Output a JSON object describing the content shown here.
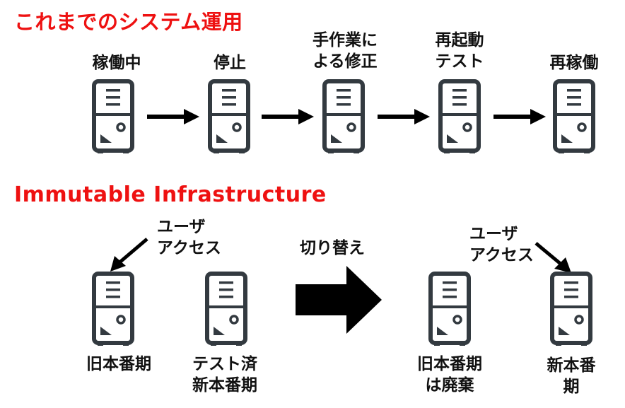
{
  "old_ops": {
    "title": "これまでのシステム運用",
    "steps": [
      {
        "label": "稼働中"
      },
      {
        "label": "停止"
      },
      {
        "label": "手作業に\nよる修正"
      },
      {
        "label": "再起動\nテスト"
      },
      {
        "label": "再稼働"
      }
    ]
  },
  "immutable": {
    "title": "Immutable Infrastructure",
    "user_access_left": "ユーザ\nアクセス",
    "user_access_right": "ユーザ\nアクセス",
    "switch_label": "切り替え",
    "servers": [
      {
        "label": "旧本番期"
      },
      {
        "label": "テスト済\n新本番期"
      },
      {
        "label": "旧本番期\nは廃棄"
      },
      {
        "label": "新本番期"
      }
    ]
  },
  "colors": {
    "heading": "#ee1111",
    "icon": "#333a40",
    "arrow": "#000000"
  },
  "icons": {
    "server": "server-icon",
    "arrow": "arrow-right-icon"
  }
}
